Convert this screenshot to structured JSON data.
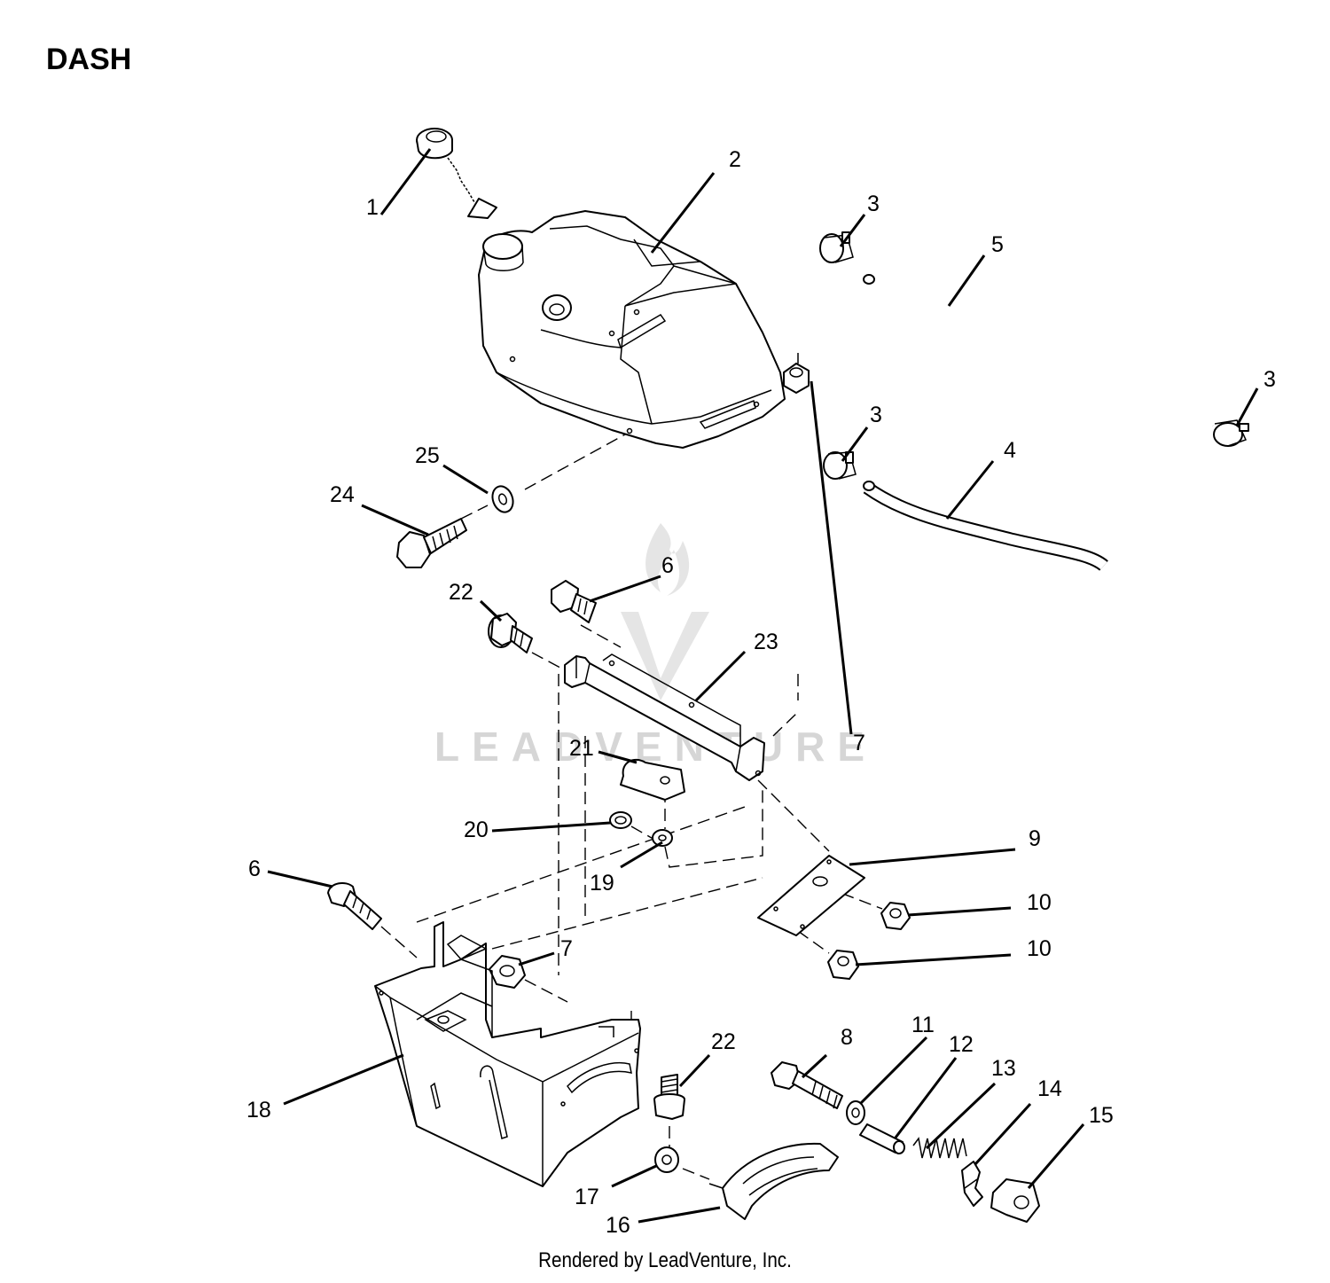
{
  "title": "DASH",
  "footer": "Rendered by LeadVenture, Inc.",
  "watermark": "LEADVENTURE",
  "callouts": [
    {
      "id": "1",
      "text": "1"
    },
    {
      "id": "2",
      "text": "2"
    },
    {
      "id": "3a",
      "text": "3"
    },
    {
      "id": "3b",
      "text": "3"
    },
    {
      "id": "3c",
      "text": "3"
    },
    {
      "id": "4",
      "text": "4"
    },
    {
      "id": "5",
      "text": "5"
    },
    {
      "id": "6a",
      "text": "6"
    },
    {
      "id": "6b",
      "text": "6"
    },
    {
      "id": "7a",
      "text": "7"
    },
    {
      "id": "7b",
      "text": "7"
    },
    {
      "id": "8",
      "text": "8"
    },
    {
      "id": "9",
      "text": "9"
    },
    {
      "id": "10a",
      "text": "10"
    },
    {
      "id": "10b",
      "text": "10"
    },
    {
      "id": "11",
      "text": "11"
    },
    {
      "id": "12",
      "text": "12"
    },
    {
      "id": "13",
      "text": "13"
    },
    {
      "id": "14",
      "text": "14"
    },
    {
      "id": "15",
      "text": "15"
    },
    {
      "id": "16",
      "text": "16"
    },
    {
      "id": "17",
      "text": "17"
    },
    {
      "id": "18",
      "text": "18"
    },
    {
      "id": "19",
      "text": "19"
    },
    {
      "id": "20",
      "text": "20"
    },
    {
      "id": "21",
      "text": "21"
    },
    {
      "id": "22a",
      "text": "22"
    },
    {
      "id": "22b",
      "text": "22"
    },
    {
      "id": "23",
      "text": "23"
    },
    {
      "id": "24",
      "text": "24"
    },
    {
      "id": "25",
      "text": "25"
    }
  ]
}
